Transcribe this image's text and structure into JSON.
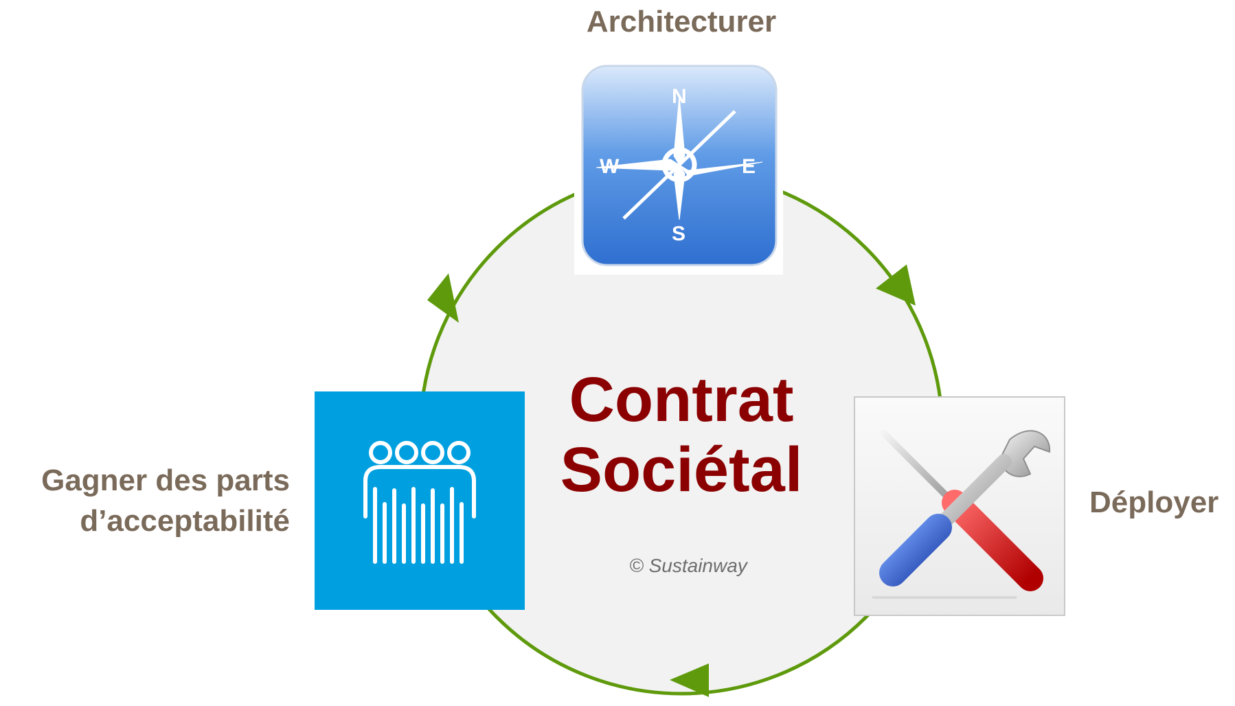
{
  "diagram": {
    "center_title_line1": "Contrat",
    "center_title_line2": "Sociétal",
    "copyright": "© Sustainway",
    "label_top": "Architecturer",
    "label_right": "Déployer",
    "label_left_line1": "Gagner des parts",
    "label_left_line2": "d’acceptabilité",
    "cycle_color": "#5e9a0c",
    "center_fill": "#f2f2f2",
    "title_color": "#8b0000",
    "label_color": "#7a6a5a",
    "icons": {
      "top": "compass-icon",
      "right": "tools-icon",
      "left": "people-icon"
    }
  }
}
